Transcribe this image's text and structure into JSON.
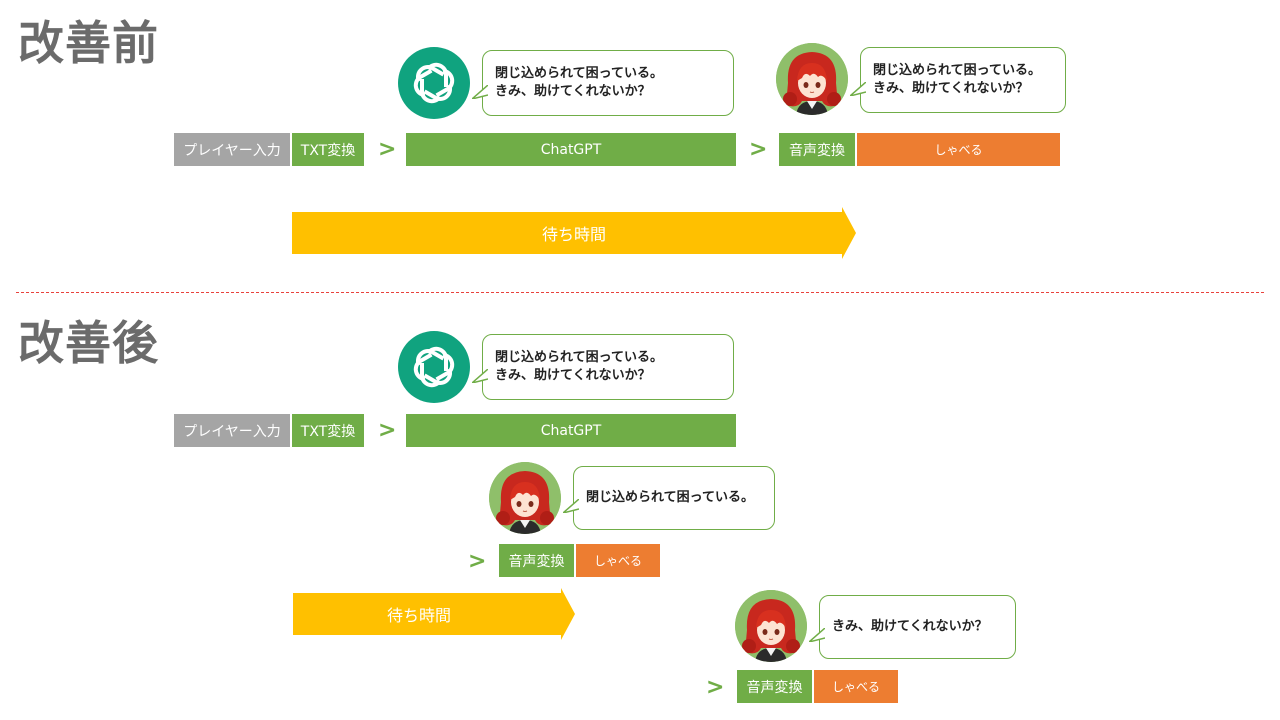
{
  "before": {
    "title": "改善前",
    "steps": {
      "player_input": "プレイヤー入力",
      "txt_convert": "TXT変換",
      "chatgpt": "ChatGPT",
      "voice_convert": "音声変換",
      "speak": "しゃべる"
    },
    "arrow": ">",
    "wait_label": "待ち時間",
    "gpt_bubble": [
      "閉じ込められて困っている。",
      "きみ、助けてくれないか？"
    ],
    "char_bubble": [
      "閉じ込められて困っている。",
      "きみ、助けてくれないか？"
    ]
  },
  "after": {
    "title": "改善後",
    "steps": {
      "player_input": "プレイヤー入力",
      "txt_convert": "TXT変換",
      "chatgpt": "ChatGPT",
      "voice_convert_1": "音声変換",
      "speak_1": "しゃべる",
      "voice_convert_2": "音声変換",
      "speak_2": "しゃべる"
    },
    "arrow": ">",
    "wait_label": "待ち時間",
    "gpt_bubble": [
      "閉じ込められて困っている。",
      "きみ、助けてくれないか？"
    ],
    "char_bubble_1": "閉じ込められて困っている。",
    "char_bubble_2": "きみ、助けてくれないか？"
  },
  "icons": {
    "gpt": "chatgpt-logo-icon",
    "avatar": "red-haired-girl-avatar"
  },
  "colors": {
    "green": "#70ad47",
    "gray": "#a5a5a5",
    "orange": "#ed7d31",
    "yellow": "#ffc000",
    "divider": "#e8413c",
    "gpt": "#10a37f"
  }
}
